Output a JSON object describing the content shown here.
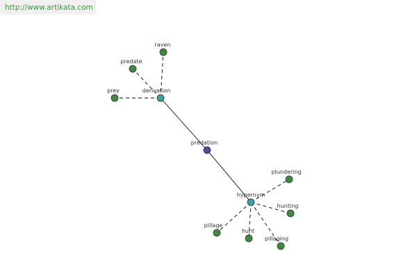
{
  "header": {
    "url_label": "http://www.artikata.com"
  },
  "graph": {
    "colors": {
      "root_node": "#4a4ea0",
      "relation_node": "#3aa0a0",
      "leaf_node": "#3e8a3e",
      "node_stroke": "#333333",
      "edge": "#000000"
    },
    "nodes": [
      {
        "id": "predation",
        "label": "predation",
        "kind": "root"
      },
      {
        "id": "derivation",
        "label": "derivation",
        "kind": "relation"
      },
      {
        "id": "hypernym",
        "label": "hypernym",
        "kind": "relation"
      },
      {
        "id": "raven",
        "label": "raven",
        "kind": "leaf"
      },
      {
        "id": "predate",
        "label": "predate",
        "kind": "leaf"
      },
      {
        "id": "prey",
        "label": "prey",
        "kind": "leaf"
      },
      {
        "id": "plundering",
        "label": "plundering",
        "kind": "leaf"
      },
      {
        "id": "hunting",
        "label": "hunting",
        "kind": "leaf"
      },
      {
        "id": "pillaging",
        "label": "pillaging",
        "kind": "leaf"
      },
      {
        "id": "hunt",
        "label": "hunt",
        "kind": "leaf"
      },
      {
        "id": "pillage",
        "label": "pillage",
        "kind": "leaf"
      }
    ],
    "edges": [
      {
        "from": "predation",
        "to": "derivation",
        "style": "solid"
      },
      {
        "from": "predation",
        "to": "hypernym",
        "style": "solid"
      },
      {
        "from": "derivation",
        "to": "raven",
        "style": "dashed"
      },
      {
        "from": "derivation",
        "to": "predate",
        "style": "dashed"
      },
      {
        "from": "derivation",
        "to": "prey",
        "style": "dashed"
      },
      {
        "from": "hypernym",
        "to": "plundering",
        "style": "dashed"
      },
      {
        "from": "hypernym",
        "to": "hunting",
        "style": "dashed"
      },
      {
        "from": "hypernym",
        "to": "pillaging",
        "style": "dashed"
      },
      {
        "from": "hypernym",
        "to": "hunt",
        "style": "dashed"
      },
      {
        "from": "hypernym",
        "to": "pillage",
        "style": "dashed"
      }
    ]
  }
}
